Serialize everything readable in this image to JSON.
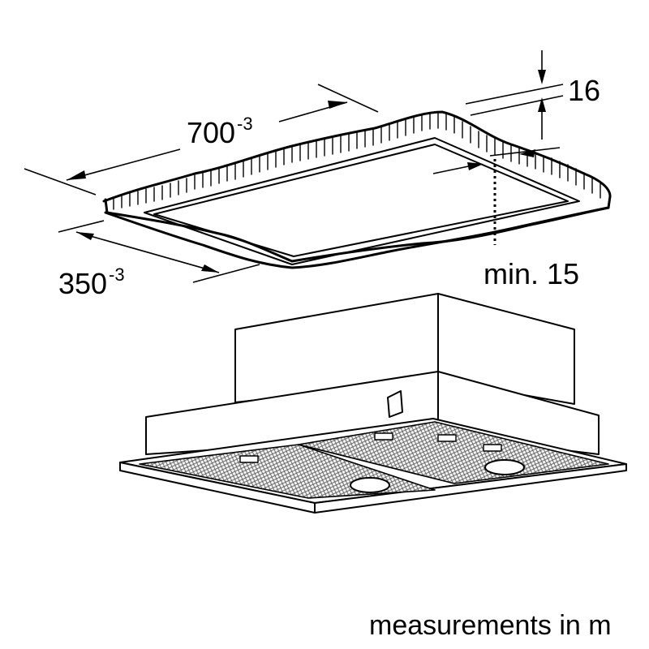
{
  "labels": {
    "width_value": "700",
    "width_tolerance": "-3",
    "depth_value": "350",
    "depth_tolerance": "-3",
    "thickness_value": "16",
    "clearance": "min. 15"
  },
  "footer_text": "measurements in m",
  "colors": {
    "line": "#000000",
    "filter_fill": "#dcdcdc",
    "background": "#ffffff"
  }
}
